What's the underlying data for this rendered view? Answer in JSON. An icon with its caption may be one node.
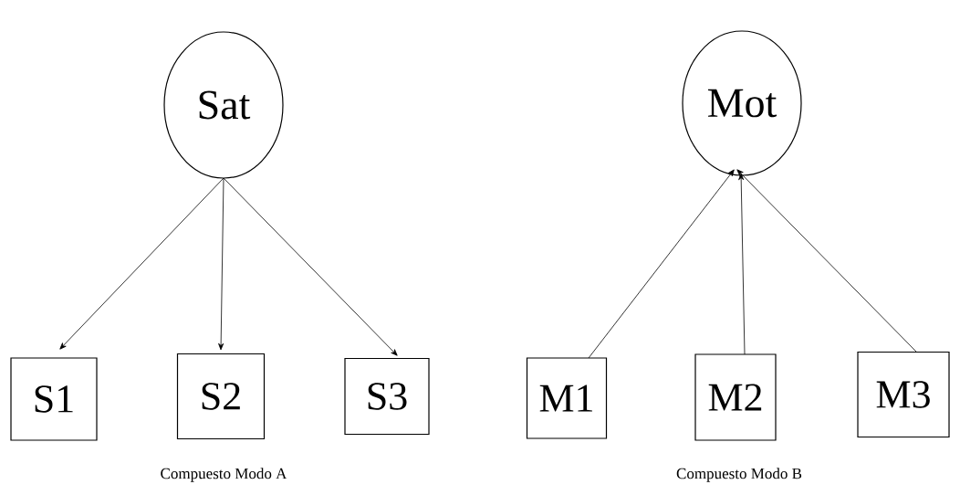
{
  "diagram": {
    "nodes": [
      {
        "text": [
          "Sat"
        ]
      },
      {
        "text": [
          "S1"
        ]
      },
      {
        "text": [
          "S2"
        ]
      },
      {
        "text": [
          "S3"
        ]
      },
      {
        "text": [
          "Mot"
        ]
      },
      {
        "text": [
          "M1"
        ]
      },
      {
        "text": [
          "M2"
        ]
      },
      {
        "text": [
          "M3"
        ]
      }
    ],
    "edges": [
      {
        "from": 0,
        "to": 1,
        "arrow": "to"
      },
      {
        "from": 0,
        "to": 2,
        "arrow": "to"
      },
      {
        "from": 0,
        "to": 3,
        "arrow": "to"
      },
      {
        "from": 5,
        "to": 4,
        "arrow": "to"
      },
      {
        "from": 6,
        "to": 4,
        "arrow": "to"
      },
      {
        "from": 7,
        "to": 4,
        "arrow": "to"
      }
    ],
    "labels": [
      "Compuesto Modo A",
      "Compuesto Modo B"
    ]
  }
}
